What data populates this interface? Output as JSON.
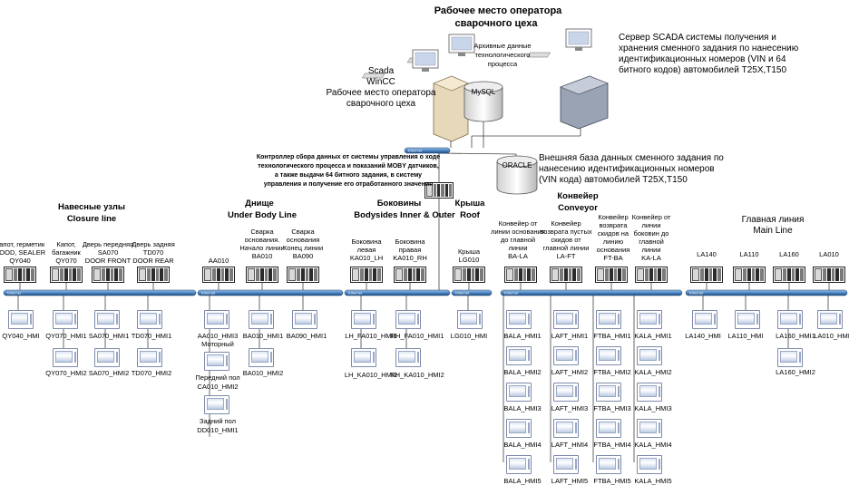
{
  "top": {
    "title_line1": "Рабочее место оператора",
    "title_line2": "сварочного цеха",
    "archive_line1": "Архивные данные",
    "archive_line2": "технологического",
    "archive_line3": "процесса",
    "scada_line1": "Scada",
    "scada_line2": "WinCC",
    "scada_line3": "Рабочее место оператора",
    "scada_line4": "сварочного цеха",
    "mysql": "MySQL",
    "server_line1": "Сервер SCADA системы получения и",
    "server_line2": "хранения сменного задания по нанесению",
    "server_line3": "идентификационных номеров  (VIN и 64",
    "server_line4": "битного кодов) автомобилей T25X,T150",
    "oracle": "ORACLE",
    "ext_line1": "Внешняя база данных сменного задания по",
    "ext_line2": "нанесению идентификационных номеров",
    "ext_line3": "(VIN кода) автомобилей T25X,T150",
    "ctrl_line1": "Контроллер сбора данных от системы управления о ходе",
    "ctrl_line2": "технологического процесса и показаний MOBY датчиков,",
    "ctrl_line3": "а также выдачи 64 битного задания, в систему",
    "ctrl_line4": "управления и получение его отработанного значения",
    "ethernet": "Ethernet"
  },
  "sections": {
    "closure_l1": "Навесные узлы",
    "closure_l2": "Closure line",
    "underbody_l1": "Днище",
    "underbody_l2": "Under Body Line",
    "bodysides_l1": "Боковины",
    "bodysides_l2": "Bodysides Inner & Outer",
    "roof_l1": "Крыша",
    "roof_l2": "Roof",
    "conveyor_l1": "Конвейер",
    "conveyor_l2": "Conveyor",
    "main_l1": "Главная линия",
    "main_l2": "Main Line"
  },
  "stations": {
    "qy040": [
      "Капот, герметик",
      "HOOD, SEALER",
      "QY040"
    ],
    "qy070": [
      "Капот,",
      "багажник",
      "QY070"
    ],
    "sa070": [
      "Дверь передняя",
      "SA070",
      "DOOR FRONT"
    ],
    "td070": [
      "Дверь задняя",
      "TD070",
      "DOOR REAR"
    ],
    "aa010": [
      "AA010"
    ],
    "ba010": [
      "Сварка",
      "основания.",
      "Начало линии",
      "BA010"
    ],
    "ba090": [
      "Сварка",
      "основания",
      "Конец линии",
      "BA090"
    ],
    "ka010lh": [
      "Боковина",
      "левая",
      "KA010_LH"
    ],
    "ka010rh": [
      "Боковина",
      "правая",
      "KA010_RH"
    ],
    "lg010": [
      "Крыша",
      "LG010"
    ],
    "bala": [
      "Конвейер от",
      "линии основания",
      "до главной",
      "линии",
      "BA-LA"
    ],
    "laft": [
      "Конвейер",
      "возврата пустых",
      "скидов от",
      "главной линии",
      "LA-FT"
    ],
    "ftba": [
      "Конвейер",
      "возврата",
      "скидов на",
      "линию",
      "основания",
      "FT-BA"
    ],
    "kala": [
      "Конвейер от",
      "линии",
      "боковин до",
      "главной",
      "линии",
      "KA-LA"
    ],
    "la140": [
      "LA140"
    ],
    "la110": [
      "LA110"
    ],
    "la160": [
      "LA160"
    ],
    "la010": [
      "LA010"
    ]
  },
  "hmis": {
    "qy040_1": "QY040_HMI",
    "qy070_1": "QY070_HMI1",
    "qy070_2": "QY070_HMI2",
    "sa070_1": "SA070_HMI1",
    "sa070_2": "SA070_HMI2",
    "td070_1": "TD070_HMI1",
    "td070_2": "TD070_HMI2",
    "aa010_1a": "AA010_HMI3",
    "aa010_1b": "Моторный",
    "ca010_a": "Передний пол",
    "ca010_b": "CA010_HMI2",
    "dd010_a": "Задний пол",
    "dd010_b": "DD010_HMI1",
    "ba010_1": "BA010_HMI1",
    "ba010_2": "BA010_HMI2",
    "ba090_1": "BA090_HMI1",
    "lh_1": "LH_FA010_HMI1",
    "lh_2": "LH_KA010_HMI2",
    "rh_1": "RH_FA010_HMI1",
    "rh_2": "RH_KA010_HMI2",
    "lg010_1": "LG010_HMI",
    "bala_1": "BALA_HMI1",
    "bala_2": "BALA_HMI2",
    "bala_3": "BALA_HMI3",
    "bala_4": "BALA_HMI4",
    "bala_5": "BALA_HMI5",
    "laft_1": "LAFT_HMI1",
    "laft_2": "LAFT_HMI2",
    "laft_3": "LAFT_HMI3",
    "laft_4": "LAFT_HMI4",
    "laft_5": "LAFT_HMI5",
    "ftba_1": "FTBA_HMI1",
    "ftba_2": "FTBA_HMI2",
    "ftba_3": "FTBA_HMI3",
    "ftba_4": "FTBA_HMI4",
    "ftba_5": "FTBA_HMI5",
    "kala_1": "KALA_HMI1",
    "kala_2": "KALA_HMI2",
    "kala_3": "KALA_HMI3",
    "kala_4": "KALA_HMI4",
    "kala_5": "KALA_HMI5",
    "la140_1": "LA140_HMI",
    "la110_1": "LA110_HMI",
    "la160_1": "LA160_HMI1",
    "la160_2": "LA160_HMI2",
    "la010_1": "LA010_HMI"
  }
}
